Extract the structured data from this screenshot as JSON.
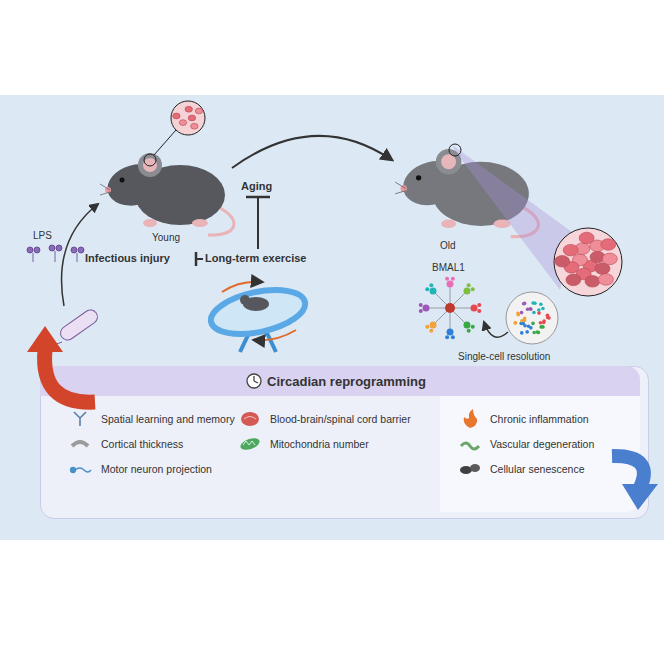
{
  "diagram": {
    "nodes": [
      {
        "text": [
          "Circadian reprogramming",
          "Spatial learning and memory",
          "Cortical thickness",
          "Motor neuron projection",
          "Blood-brain/spinal cord barrier",
          "Mitochondria number"
        ]
      },
      {
        "text": [
          "Chronic inflammation",
          "Vascular degeneration",
          "Cellular senescence"
        ],
        "in": 0
      }
    ],
    "labels": [
      "LPS",
      "Young",
      "Infectious injury",
      "Aging",
      "Long-term exercise",
      "Old",
      "BMAL1",
      "Single-cell resolution"
    ]
  }
}
